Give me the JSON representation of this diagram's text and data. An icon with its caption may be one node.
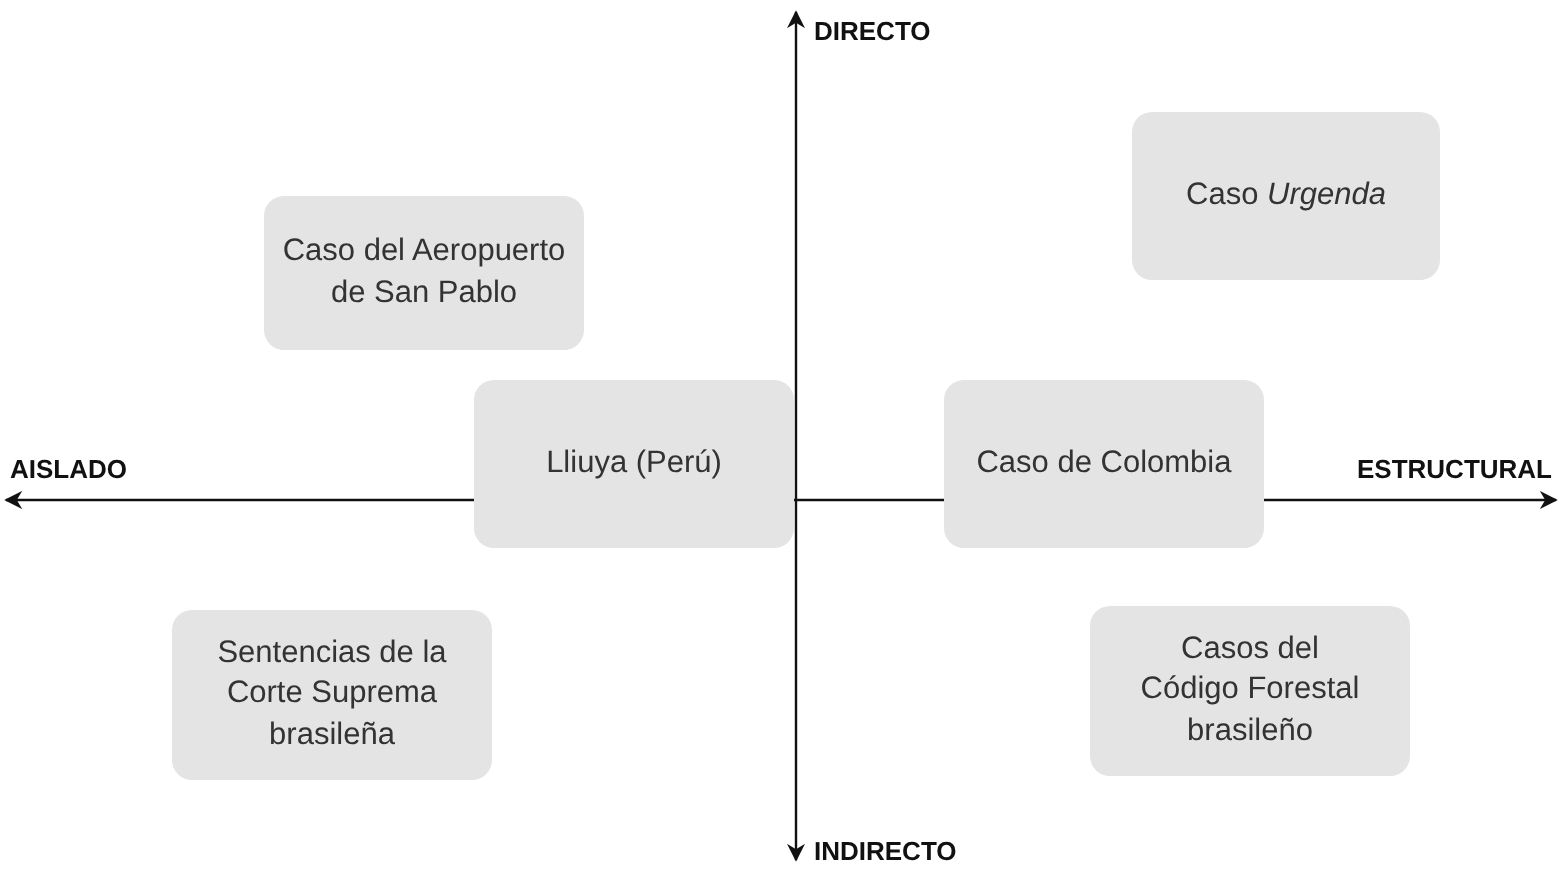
{
  "diagram": {
    "nodes": [
      {
        "text": [
          "Caso *Urgenda*"
        ]
      },
      {
        "text": [
          "Caso del Aeropuerto de San Pablo"
        ]
      },
      {
        "text": [
          "Lliuya (Perú)"
        ]
      },
      {
        "text": [
          "Caso de Colombia"
        ]
      },
      {
        "text": [
          "Sentencias de la Corte Suprema brasileña"
        ]
      },
      {
        "text": [
          "Casos del Código Forestal brasileño"
        ]
      }
    ],
    "edges": [],
    "labels": [
      "DIRECTO",
      "AISLADO",
      "ESTRUCTURAL",
      "INDIRECTO"
    ]
  }
}
